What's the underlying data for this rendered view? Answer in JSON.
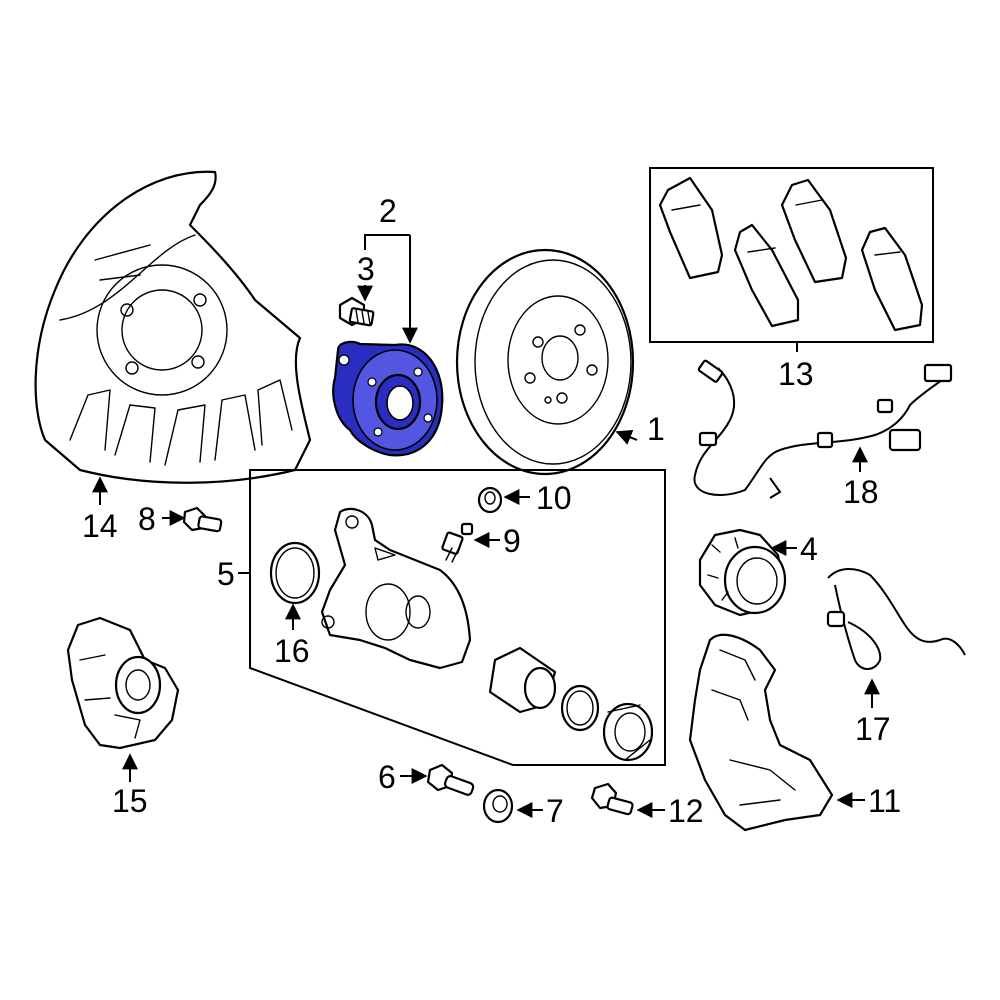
{
  "diagram": {
    "highlight_color": "#2a2ec0",
    "callouts": {
      "c1": "1",
      "c2": "2",
      "c3": "3",
      "c4": "4",
      "c5": "5",
      "c6": "6",
      "c7": "7",
      "c8": "8",
      "c9": "9",
      "c10": "10",
      "c11": "11",
      "c12": "12",
      "c13": "13",
      "c14": "14",
      "c15": "15",
      "c16": "16",
      "c17": "17",
      "c18": "18"
    }
  }
}
